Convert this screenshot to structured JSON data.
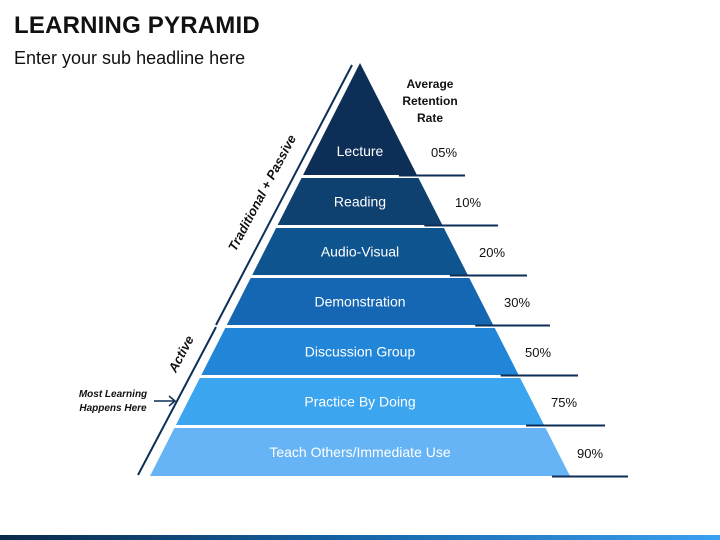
{
  "header": {
    "title": "LEARNING PYRAMID",
    "subtitle": "Enter your sub headline here"
  },
  "column_header": {
    "line1": "Average",
    "line2": "Retention",
    "line3": "Rate"
  },
  "side_labels": {
    "traditional": "Traditional + Passive",
    "active": "Active",
    "note_line1": "Most Learning",
    "note_line2": "Happens Here"
  },
  "levels": [
    {
      "label": "Lecture",
      "rate": "05%",
      "color": "#0d2f57"
    },
    {
      "label": "Reading",
      "rate": "10%",
      "color": "#0e4070"
    },
    {
      "label": "Audio-Visual",
      "rate": "20%",
      "color": "#0e5590"
    },
    {
      "label": "Demonstration",
      "rate": "30%",
      "color": "#1567b3"
    },
    {
      "label": "Discussion Group",
      "rate": "50%",
      "color": "#2185d8"
    },
    {
      "label": "Practice By Doing",
      "rate": "75%",
      "color": "#3ba5f0"
    },
    {
      "label": "Teach Others/Immediate Use",
      "rate": "90%",
      "color": "#66b4f5"
    }
  ],
  "colors": {
    "accent_line": "#0d2f57",
    "text_dark": "#111111"
  }
}
